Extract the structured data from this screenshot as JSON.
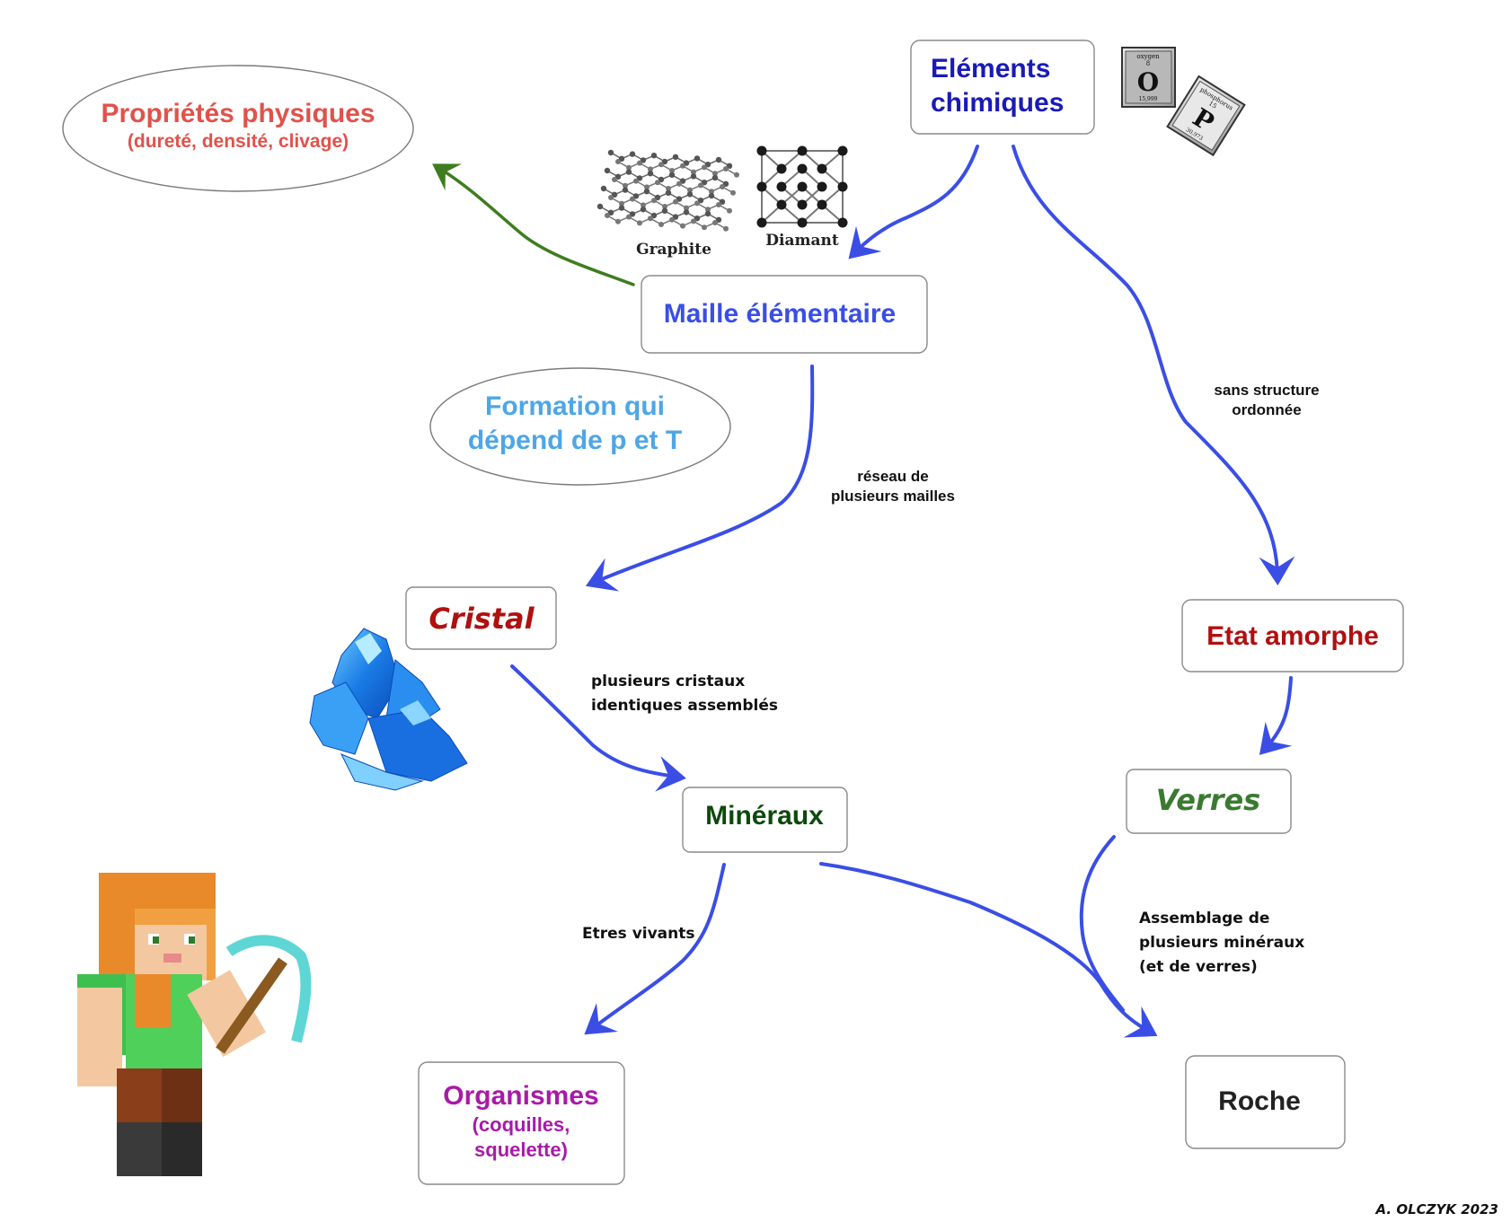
{
  "nodes": {
    "elements": {
      "line1": "Eléments",
      "line2": "chimiques"
    },
    "proprietes": {
      "line1": "Propriétés physiques",
      "line2": "(dureté, densité, clivage)"
    },
    "maille": {
      "label": "Maille élémentaire"
    },
    "formation": {
      "line1": "Formation qui",
      "line2": "dépend de p et T"
    },
    "cristal": {
      "label": "Cristal"
    },
    "etat_amorphe": {
      "label": "Etat amorphe"
    },
    "mineraux": {
      "label": "Minéraux"
    },
    "verres": {
      "label": "Verres"
    },
    "organismes": {
      "line1": "Organismes",
      "line2": "(coquilles,",
      "line3": "squelette)"
    },
    "roche": {
      "label": "Roche"
    }
  },
  "edge_labels": {
    "sans_structure": {
      "line1": "sans structure",
      "line2": "ordonnée"
    },
    "reseau": {
      "line1": "réseau de",
      "line2": "plusieurs mailles"
    },
    "plusieurs_cristaux": {
      "line1": "plusieurs cristaux",
      "line2": "identiques assemblés"
    },
    "etres_vivants": {
      "label": "Etres vivants"
    },
    "assemblage": {
      "line1": "Assemblage de",
      "line2": "plusieurs minéraux",
      "line3": "(et de verres)"
    }
  },
  "illustrations": {
    "graphite": "Graphite",
    "diamant": "Diamant",
    "oxygen_tile": {
      "name": "oxygen",
      "number": "8",
      "symbol": "O",
      "mass": "15,999"
    },
    "phosphorus_tile": {
      "name": "phosphorus",
      "number": "15",
      "symbol": "P",
      "mass": "30,973"
    }
  },
  "credit": "A. OLCZYK 2023",
  "colors": {
    "arrow": "#3a4ee6",
    "green_arrow": "#3e7d1e",
    "elements_text": "#1a1ab8",
    "proprietes_text": "#e0524a",
    "maille_text": "#3a4ee6",
    "formation_text": "#4ea6e6",
    "cristal_text": "#b01010",
    "etat_amorphe_text": "#b01010",
    "mineraux_text": "#0c4a0c",
    "verres_text": "#3a7a30",
    "organismes_text": "#a81aa8",
    "roche_text": "#222222"
  }
}
